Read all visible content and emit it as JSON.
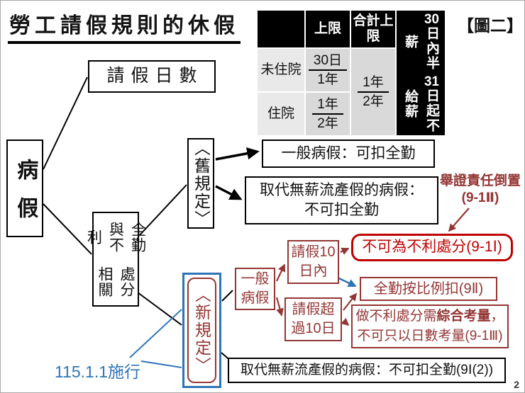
{
  "title": "勞工請假規則的休假",
  "figure_label": "【圖二】",
  "page_number": "2",
  "table": {
    "col_limit": "上限",
    "col_total": "合計上限",
    "note_col1_num": "30",
    "note_col1_text": "日內半薪",
    "note_col2_num": "31",
    "note_col2_text": "日起不給薪",
    "row1_label": "未住院",
    "row1_frac_top": "30日",
    "row1_frac_bottom": "1年",
    "row2_label": "住院",
    "row2_frac_top": "1年",
    "row2_frac_bottom": "2年",
    "total_frac_top": "1年",
    "total_frac_bottom": "2年"
  },
  "nodes": {
    "sick_leave": "病假",
    "leave_days": "請假日數",
    "attendance_col1": "全勤與不利",
    "attendance_col2": "處分相關",
    "old_rules": "〈舊規定〉",
    "new_rules": "〈新規定〉",
    "old_general": "一般病假：可扣全勤",
    "old_replace_line1": "取代無薪流產假的病假：",
    "old_replace_line2": "不可扣全勤",
    "general_sick_line1": "一般",
    "general_sick_line2": "病假",
    "within10_line1": "請假10",
    "within10_line2": "日內",
    "over10_line1": "請假超",
    "over10_line2": "過10日",
    "no_adverse": "不可為不利處分(9-1Ⅰ)",
    "proportional": "全勤按比例扣(9Ⅱ)",
    "comprehensive_line1_pre": "做不利處分需",
    "comprehensive_line1_bold": "綜合考量",
    "comprehensive_line1_post": "，",
    "comprehensive_line2": "不可只以日數考量(9-1Ⅲ)",
    "burden_line1": "舉證責任倒置",
    "burden_line2": "(9-1Ⅱ)",
    "new_replace": "取代無薪流產假的病假：不可扣全勤(9Ⅰ(2))",
    "effective_date": "115.1.1施行"
  },
  "colors": {
    "maroon": "#943634",
    "red": "#C00000",
    "blue": "#2E75B6",
    "table_header": "#000000",
    "table_body": "#d9d9d9"
  }
}
